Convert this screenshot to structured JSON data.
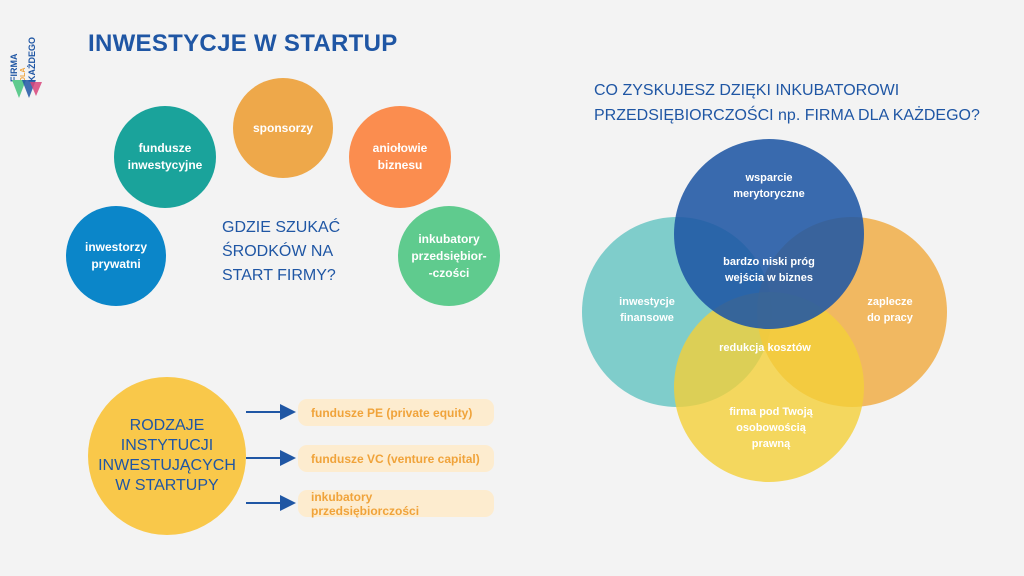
{
  "logo": {
    "line1": "FIRMA",
    "line2": "DLA",
    "line3": "KAŻDEGO"
  },
  "title": "INWESTYCJE W STARTUP",
  "sources": {
    "question": "GDZIE SZUKAĆ\nŚRODKÓW NA\nSTART FIRMY?",
    "items": [
      {
        "label": "inwestorzy\nprywatni",
        "color": "#0b86c9"
      },
      {
        "label": "fundusze\ninwestycyjne",
        "color": "#1aa39b"
      },
      {
        "label": "sponsorzy",
        "color": "#eea84a"
      },
      {
        "label": "aniołowie\nbiznesu",
        "color": "#fb8d4f"
      },
      {
        "label": "inkubatory\nprzedsiębior-\n-czości",
        "color": "#5fcb8e"
      }
    ]
  },
  "institutions": {
    "title": "RODZAJE\nINSTYTUCJI\nINWESTUJĄCYCH\nW STARTUPY",
    "items": [
      "fundusze PE (private equity)",
      "fundusze VC (venture capital)",
      "inkubatory przedsiębiorczości"
    ]
  },
  "benefits": {
    "title": "CO ZYSKUJESZ DZIĘKI INKUBATOROWI PRZEDSIĘBIORCZOŚCI np. FIRMA DLA KAŻDEGO?",
    "circles": [
      {
        "label": "wsparcie\nmerytoryczne",
        "color": "#1f56a4"
      },
      {
        "label": "inwestycje\nfinansowe",
        "color": "#6ac6c3"
      },
      {
        "label": "zaplecze\ndo pracy",
        "color": "#f0ad47"
      },
      {
        "label": "firma pod Twoją\nosobowością\nprawną",
        "color": "#f4d038"
      }
    ],
    "overlaps": [
      "bardzo niski próg\nwejścia w biznes",
      "redukcja kosztów"
    ]
  },
  "colors": {
    "accent": "#1f56a4",
    "arrow": "#1f56a4"
  }
}
